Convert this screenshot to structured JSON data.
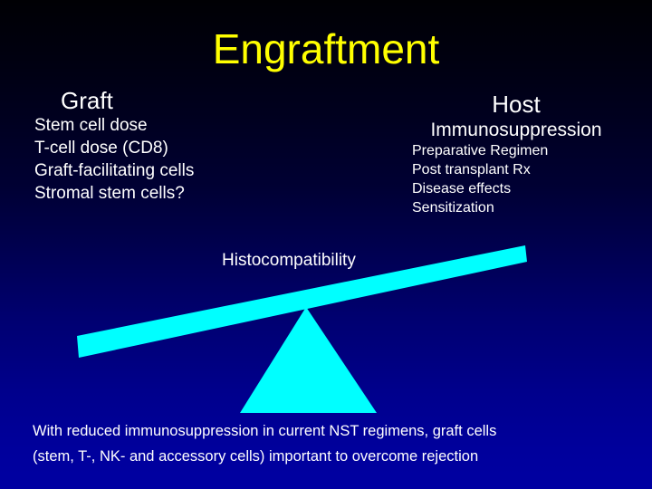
{
  "slide": {
    "title": "Engraftment",
    "title_color": "#ffff00",
    "background_top_color": "#000004",
    "background_bottom_color": "#0000a2",
    "accent_color": "#00ffff",
    "text_color": "#ffffff"
  },
  "graft": {
    "heading": "Graft",
    "items": [
      "Stem cell dose",
      "T-cell dose (CD8)",
      "Graft-facilitating cells",
      "Stromal stem cells?"
    ]
  },
  "host": {
    "heading": "Host",
    "subheading": "Immunosuppression",
    "items": [
      "Preparative Regimen",
      "Post transplant Rx",
      "Disease effects",
      "Sensitization"
    ]
  },
  "balance": {
    "beam_label": "Histocompatibility",
    "beam_color": "#00ffff",
    "fulcrum_color": "#00ffff",
    "beam_tilt": "right side raised"
  },
  "footnote": {
    "lines": [
      "With reduced immunosuppression in current NST regimens, graft cells",
      "(stem, T-, NK- and accessory cells) important to overcome rejection"
    ]
  }
}
